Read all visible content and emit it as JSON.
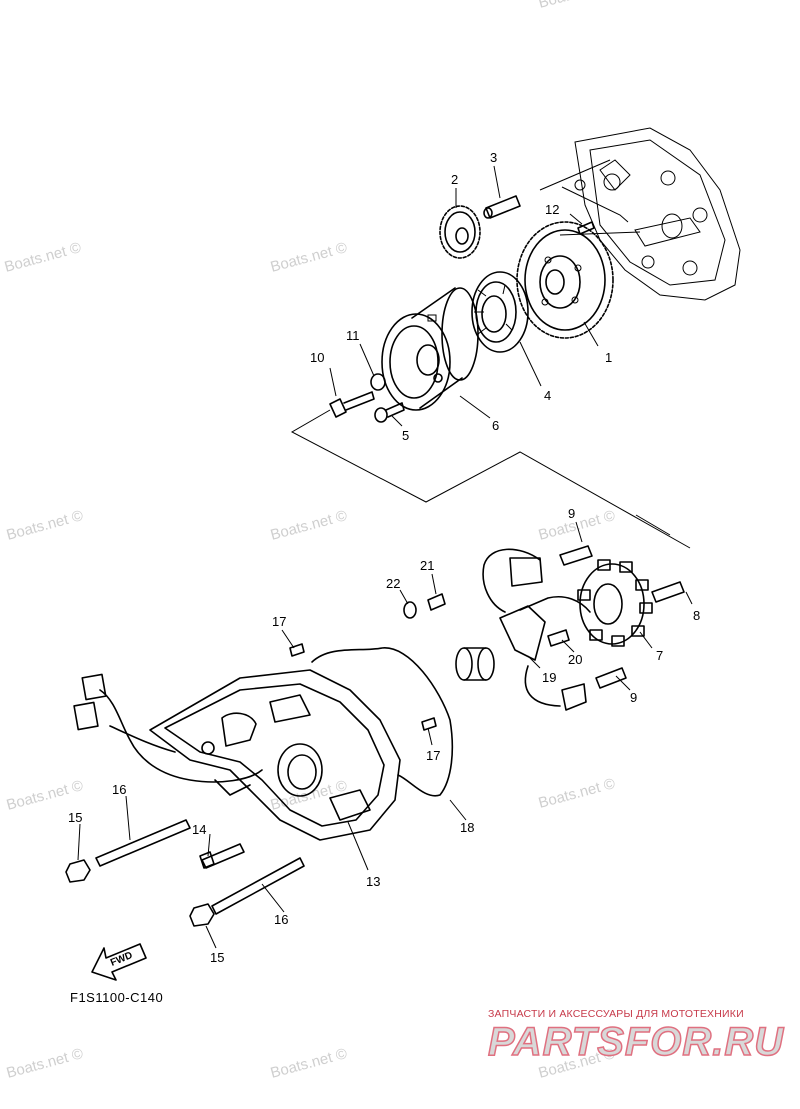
{
  "drawing_code": "F1S1100-C140",
  "fwd_label": "FWD",
  "watermarks": [
    "Boats.net ©",
    "Boats.net ©",
    "Boats.net ©",
    "Boats.net ©",
    "Boats.net ©",
    "Boats.net ©",
    "Boats.net ©",
    "Boats.net ©",
    "Boats.net ©",
    "Boats.net ©",
    "Boats.net ©",
    "Boats.net ©"
  ],
  "shop": {
    "caption": "ЗАПЧАСТИ И АКСЕССУАРЫ ДЛЯ МОТОТЕХНИКИ",
    "logo": "PARTSFOR.RU"
  },
  "callouts": [
    "1",
    "2",
    "3",
    "4",
    "5",
    "6",
    "7",
    "8",
    "9",
    "9",
    "10",
    "11",
    "12",
    "13",
    "14",
    "15",
    "15",
    "16",
    "16",
    "17",
    "17",
    "18",
    "19",
    "20",
    "21",
    "22"
  ],
  "colors": {
    "line": "#000000",
    "watermark": "#cfcfcf",
    "logo_stroke": "#e07080",
    "caption": "#c73a4a"
  }
}
